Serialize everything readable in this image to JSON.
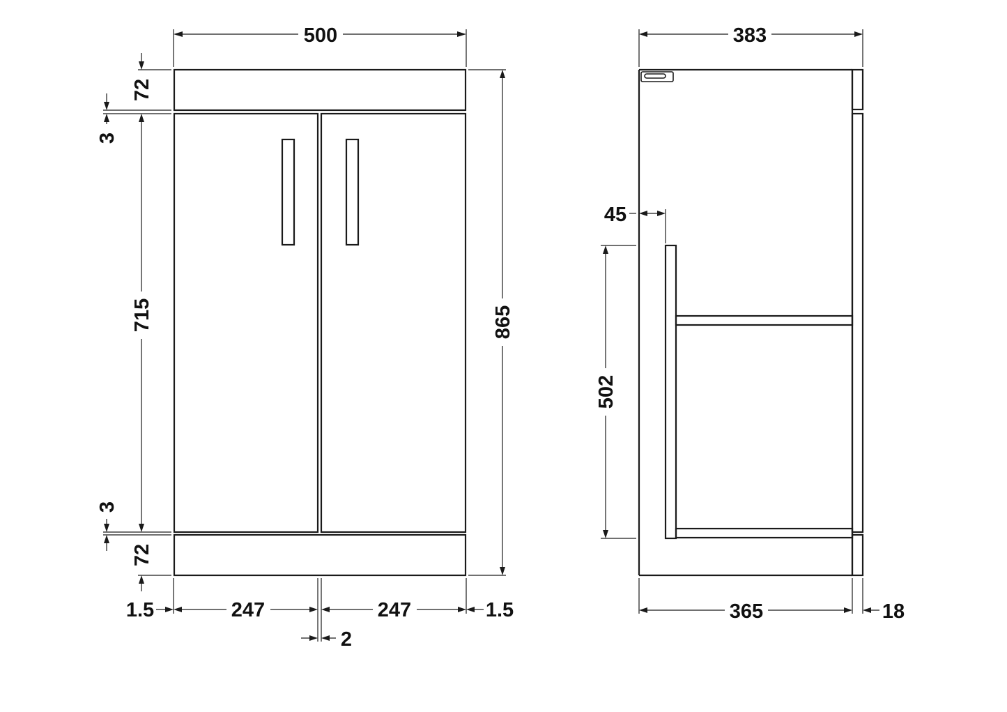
{
  "front_view": {
    "dimensions": {
      "overall_width": "500",
      "top_panel_height": "72",
      "top_gap": "3",
      "door_height": "715",
      "bottom_gap": "3",
      "plinth_height": "72",
      "overall_height": "865",
      "left_edge": "1.5",
      "left_door_width": "247",
      "right_door_width": "247",
      "right_edge": "1.5",
      "door_gap": "2"
    }
  },
  "side_view": {
    "dimensions": {
      "overall_depth": "383",
      "inset": "45",
      "inner_height": "502",
      "carcass_depth": "365",
      "door_thickness": "18"
    }
  }
}
